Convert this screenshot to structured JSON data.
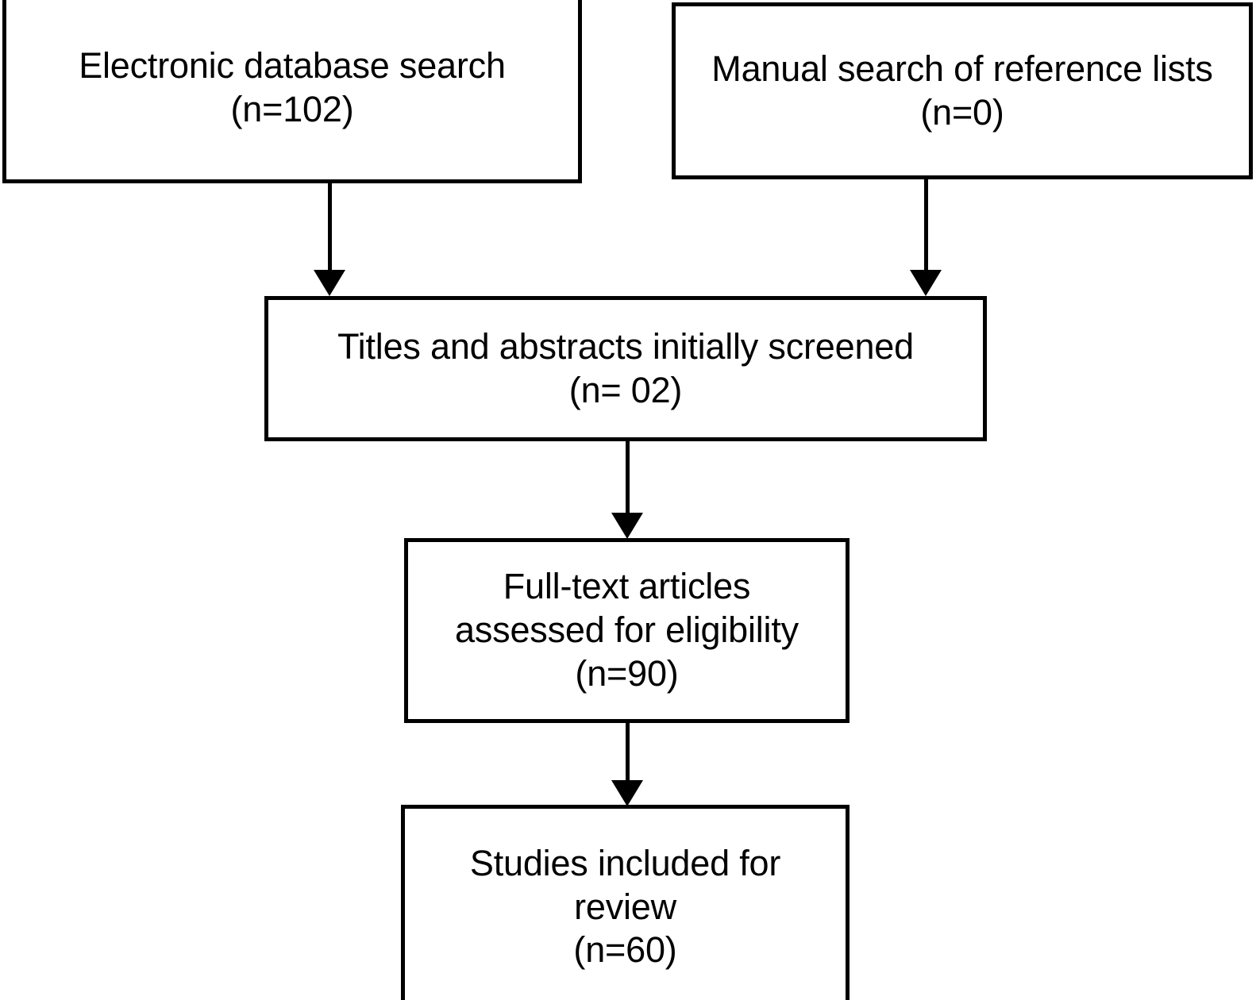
{
  "diagram": {
    "type": "prisma-flow-diagram",
    "orientation": "top-to-bottom",
    "stroke_color": "#000000",
    "fill_color": "#ffffff",
    "text_color": "#000000",
    "nodes": [
      {
        "id": "electronic-search",
        "label": "Electronic database search\n(n=102)",
        "line1": "Electronic database search",
        "line2": "(n=102)",
        "count": 102
      },
      {
        "id": "manual-search",
        "label": "Manual search of reference lists\n(n=0)",
        "line1": "Manual search of reference lists",
        "line2": "(n=0)",
        "count": 0
      },
      {
        "id": "titles-screened",
        "label": "Titles and abstracts initially screened\n(n= 02)",
        "line1": "Titles and abstracts initially screened",
        "line2": "(n= 02)",
        "count": 2
      },
      {
        "id": "fulltext-assessed",
        "label": "Full-text articles\nassessed for eligibility\n(n=90)",
        "line1": "Full-text articles",
        "line2": "assessed for eligibility",
        "line3": "(n=90)",
        "count": 90
      },
      {
        "id": "studies-included",
        "label": "Studies included for\nreview\n(n=60)",
        "line1": "Studies included for",
        "line2": "review",
        "line3": "(n=60)",
        "count": 60
      }
    ],
    "edges": [
      {
        "id": "electronic-to-titles",
        "from": "electronic-search",
        "to": "titles-screened",
        "arrow": "down"
      },
      {
        "id": "manual-to-titles",
        "from": "manual-search",
        "to": "titles-screened",
        "arrow": "down"
      },
      {
        "id": "titles-to-fulltext",
        "from": "titles-screened",
        "to": "fulltext-assessed",
        "arrow": "down"
      },
      {
        "id": "fulltext-to-studies",
        "from": "fulltext-assessed",
        "to": "studies-included",
        "arrow": "down"
      }
    ]
  }
}
